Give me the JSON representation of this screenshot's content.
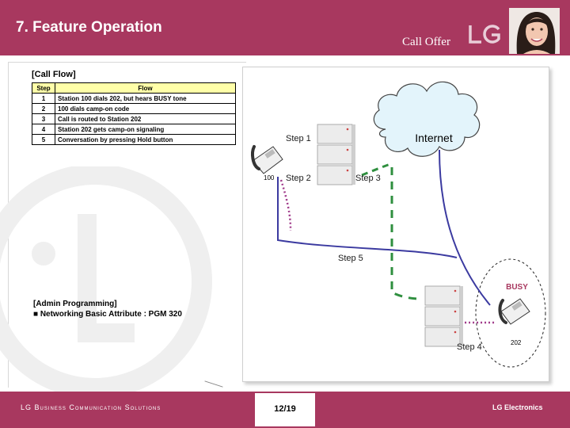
{
  "header": {
    "title": "7. Feature Operation",
    "subtitle": "Call Offer",
    "logo_text": "LG"
  },
  "call_flow": {
    "label": "[Call Flow]",
    "table": {
      "headers": [
        "Step",
        "Flow"
      ],
      "rows": [
        [
          "1",
          "Station 100 dials 202, but hears BUSY tone"
        ],
        [
          "2",
          "100 dials camp-on code"
        ],
        [
          "3",
          "Call is routed to Station 202"
        ],
        [
          "4",
          "Station 202 gets camp-on signaling"
        ],
        [
          "5",
          "Conversation by pressing Hold button"
        ]
      ]
    }
  },
  "diagram": {
    "labels": {
      "step1": "Step 1",
      "step2": "Step 2",
      "step3": "Step 3",
      "step4": "Step 4",
      "step5": "Step 5",
      "internet": "Internet",
      "station_100": "100",
      "station_202": "202",
      "busy": "BUSY"
    }
  },
  "admin": {
    "title": "[Admin Programming]",
    "item": "■ Networking Basic Attribute : PGM 320"
  },
  "footer": {
    "left_text": "LG Business Communication Solutions",
    "page": "12/19",
    "right_text": "LG Electronics"
  },
  "colors": {
    "brand": "#a8385f",
    "busy": "#a8385f",
    "path_blue": "#3b3aa0",
    "path_green": "#2f8f3f",
    "path_purple": "#a03a8a"
  }
}
